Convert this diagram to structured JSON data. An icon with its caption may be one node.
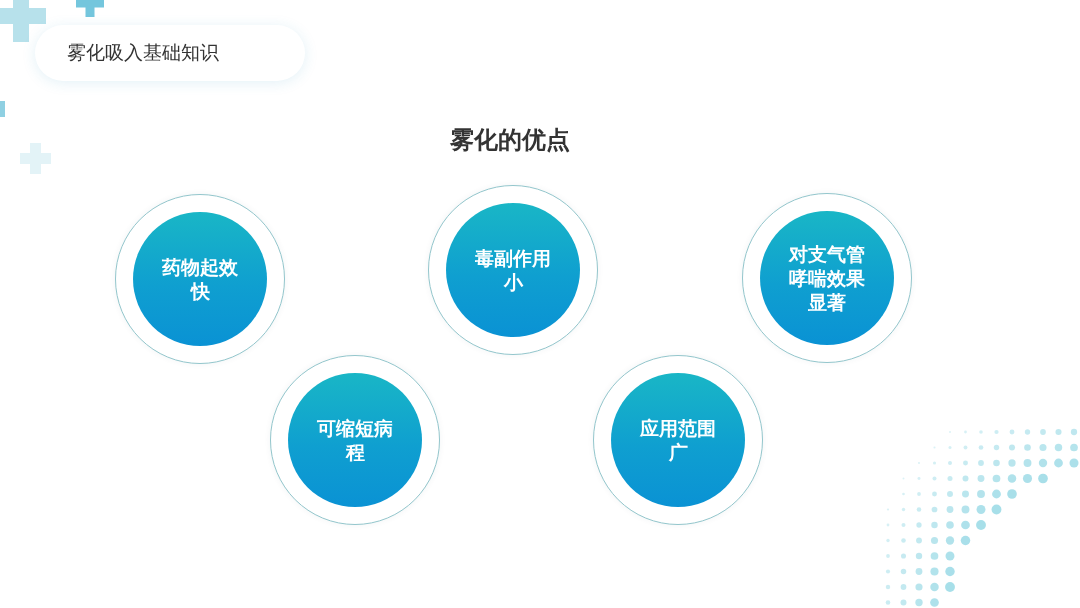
{
  "diagram": {
    "title": "雾化的优点",
    "nodes": [
      {
        "text": [
          "雾化吸入基础知识"
        ]
      },
      {
        "text": [
          "药物起效快"
        ]
      },
      {
        "text": [
          "可缩短病程"
        ]
      },
      {
        "text": [
          "毒副作用小"
        ]
      },
      {
        "text": [
          "应用范围广"
        ]
      },
      {
        "text": [
          "对支气管哮喘效果显著"
        ]
      }
    ]
  }
}
